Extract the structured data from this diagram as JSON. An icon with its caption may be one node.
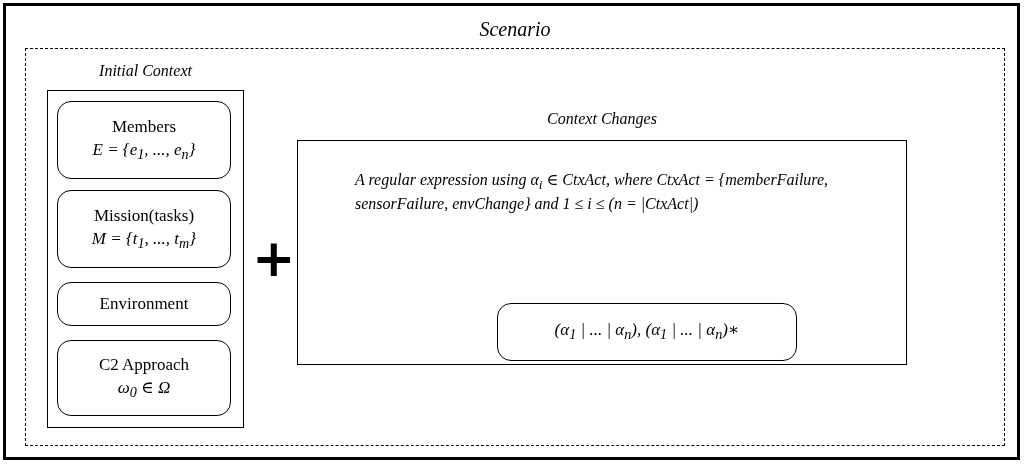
{
  "diagram": {
    "nodes": [
      {
        "text": [
          "Scenario"
        ]
      },
      {
        "text": [
          "Initial Context"
        ],
        "in": 0
      },
      {
        "text": [
          "Members",
          "E = {e$_{1}$, ..., e$_{n}$}"
        ],
        "in": 1
      },
      {
        "text": [
          "Mission(tasks)",
          "M = {t$_{1}$, ..., t$_{m}$}"
        ],
        "in": 1
      },
      {
        "text": [
          "Environment"
        ],
        "in": 1
      },
      {
        "text": [
          "C2 Approach",
          "ω$_{0}$ ∈ Ω"
        ],
        "in": 1
      },
      {
        "text": [
          "Context Changes",
          "A regular expression using α$_{i}$ ∈ CtxAct, where CtxAct = {memberFailure, sensorFailure, envChange} and 1 ≤ i ≤ (n = |CtxAct|)"
        ],
        "in": 0
      },
      {
        "text": [
          "(α$_{1}$ | ... | α$_{n}$), (α$_{1}$ | ... | α$_{n}$)∗"
        ],
        "in": 6
      }
    ],
    "edges": [],
    "labels": [
      "+"
    ]
  }
}
